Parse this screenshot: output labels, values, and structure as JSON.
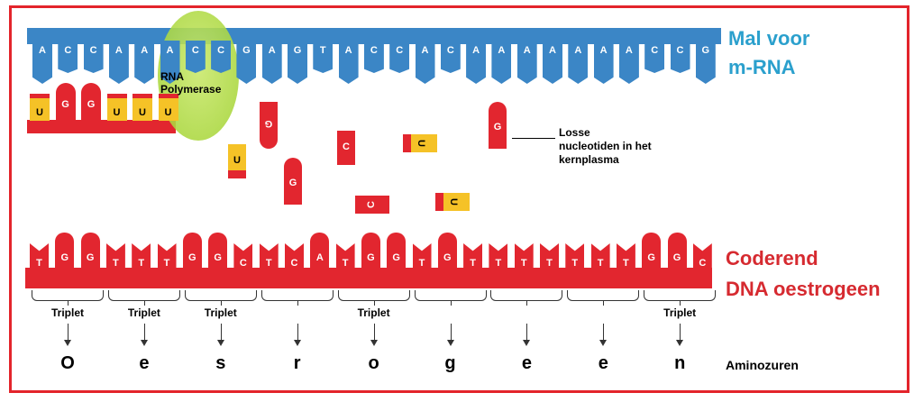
{
  "template_strand": {
    "label_line1": "Mal voor",
    "label_line2": "m-RNA",
    "bases": [
      "A",
      "C",
      "C",
      "A",
      "A",
      "A",
      "C",
      "C",
      "G",
      "A",
      "G",
      "T",
      "A",
      "C",
      "C",
      "A",
      "C",
      "A",
      "A",
      "A",
      "A",
      "A",
      "A",
      "A",
      "C",
      "C",
      "G"
    ],
    "color": "#3b86c6"
  },
  "polymerase": {
    "label_line1": "RNA",
    "label_line2": "Polymerase",
    "color": "#a8d83a"
  },
  "mrna": {
    "bases": [
      "U",
      "G",
      "G",
      "U",
      "U",
      "U"
    ]
  },
  "free_nucleotides": {
    "label_line1": "Losse",
    "label_line2": "nucleotiden in het",
    "label_line3": "kernplasma",
    "items": [
      "G",
      "U",
      "G",
      "C",
      "U",
      "C",
      "U",
      "G"
    ]
  },
  "coding_strand": {
    "label_line1": "Coderend",
    "label_line2": "DNA  oestrogeen",
    "bases": [
      "T",
      "G",
      "G",
      "T",
      "T",
      "T",
      "G",
      "G",
      "C",
      "T",
      "C",
      "A",
      "T",
      "G",
      "G",
      "T",
      "G",
      "T",
      "T",
      "T",
      "T",
      "T",
      "T",
      "T",
      "G",
      "G",
      "C"
    ],
    "color": "#e2262f"
  },
  "triplet_label": "Triplet",
  "triplet_labels_shown": [
    true,
    true,
    true,
    false,
    true,
    false,
    false,
    false,
    true
  ],
  "amino_acids": [
    "O",
    "e",
    "s",
    "r",
    "o",
    "g",
    "e",
    "e",
    "n"
  ],
  "amino_label": "Aminozuren",
  "colors": {
    "frame": "#e3242b",
    "uracil": "#f5c227",
    "text_blue": "#2ba0cd",
    "text_red": "#d62a30"
  }
}
